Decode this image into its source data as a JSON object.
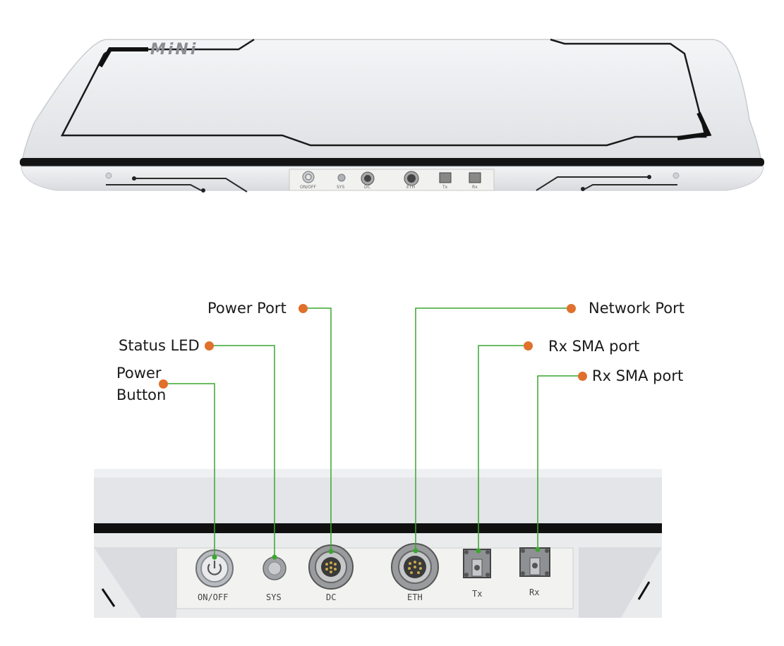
{
  "device": {
    "brand": "MiNi"
  },
  "ports": {
    "on_off": "ON/OFF",
    "sys": "SYS",
    "dc": "DC",
    "eth": "ETH",
    "tx": "Tx",
    "rx": "Rx"
  },
  "callouts": {
    "power_port": "Power Port",
    "status_led": "Status LED",
    "power_button_line1": "Power",
    "power_button_line2": "Button",
    "network_port": "Network Port",
    "rx_sma_port_1": "Rx SMA port",
    "rx_sma_port_2": "Rx SMA port"
  },
  "colors": {
    "leader_line": "#3aa62e",
    "callout_dot": "#e0702c",
    "chassis": "#e4e6e9",
    "trim": "#111111"
  }
}
